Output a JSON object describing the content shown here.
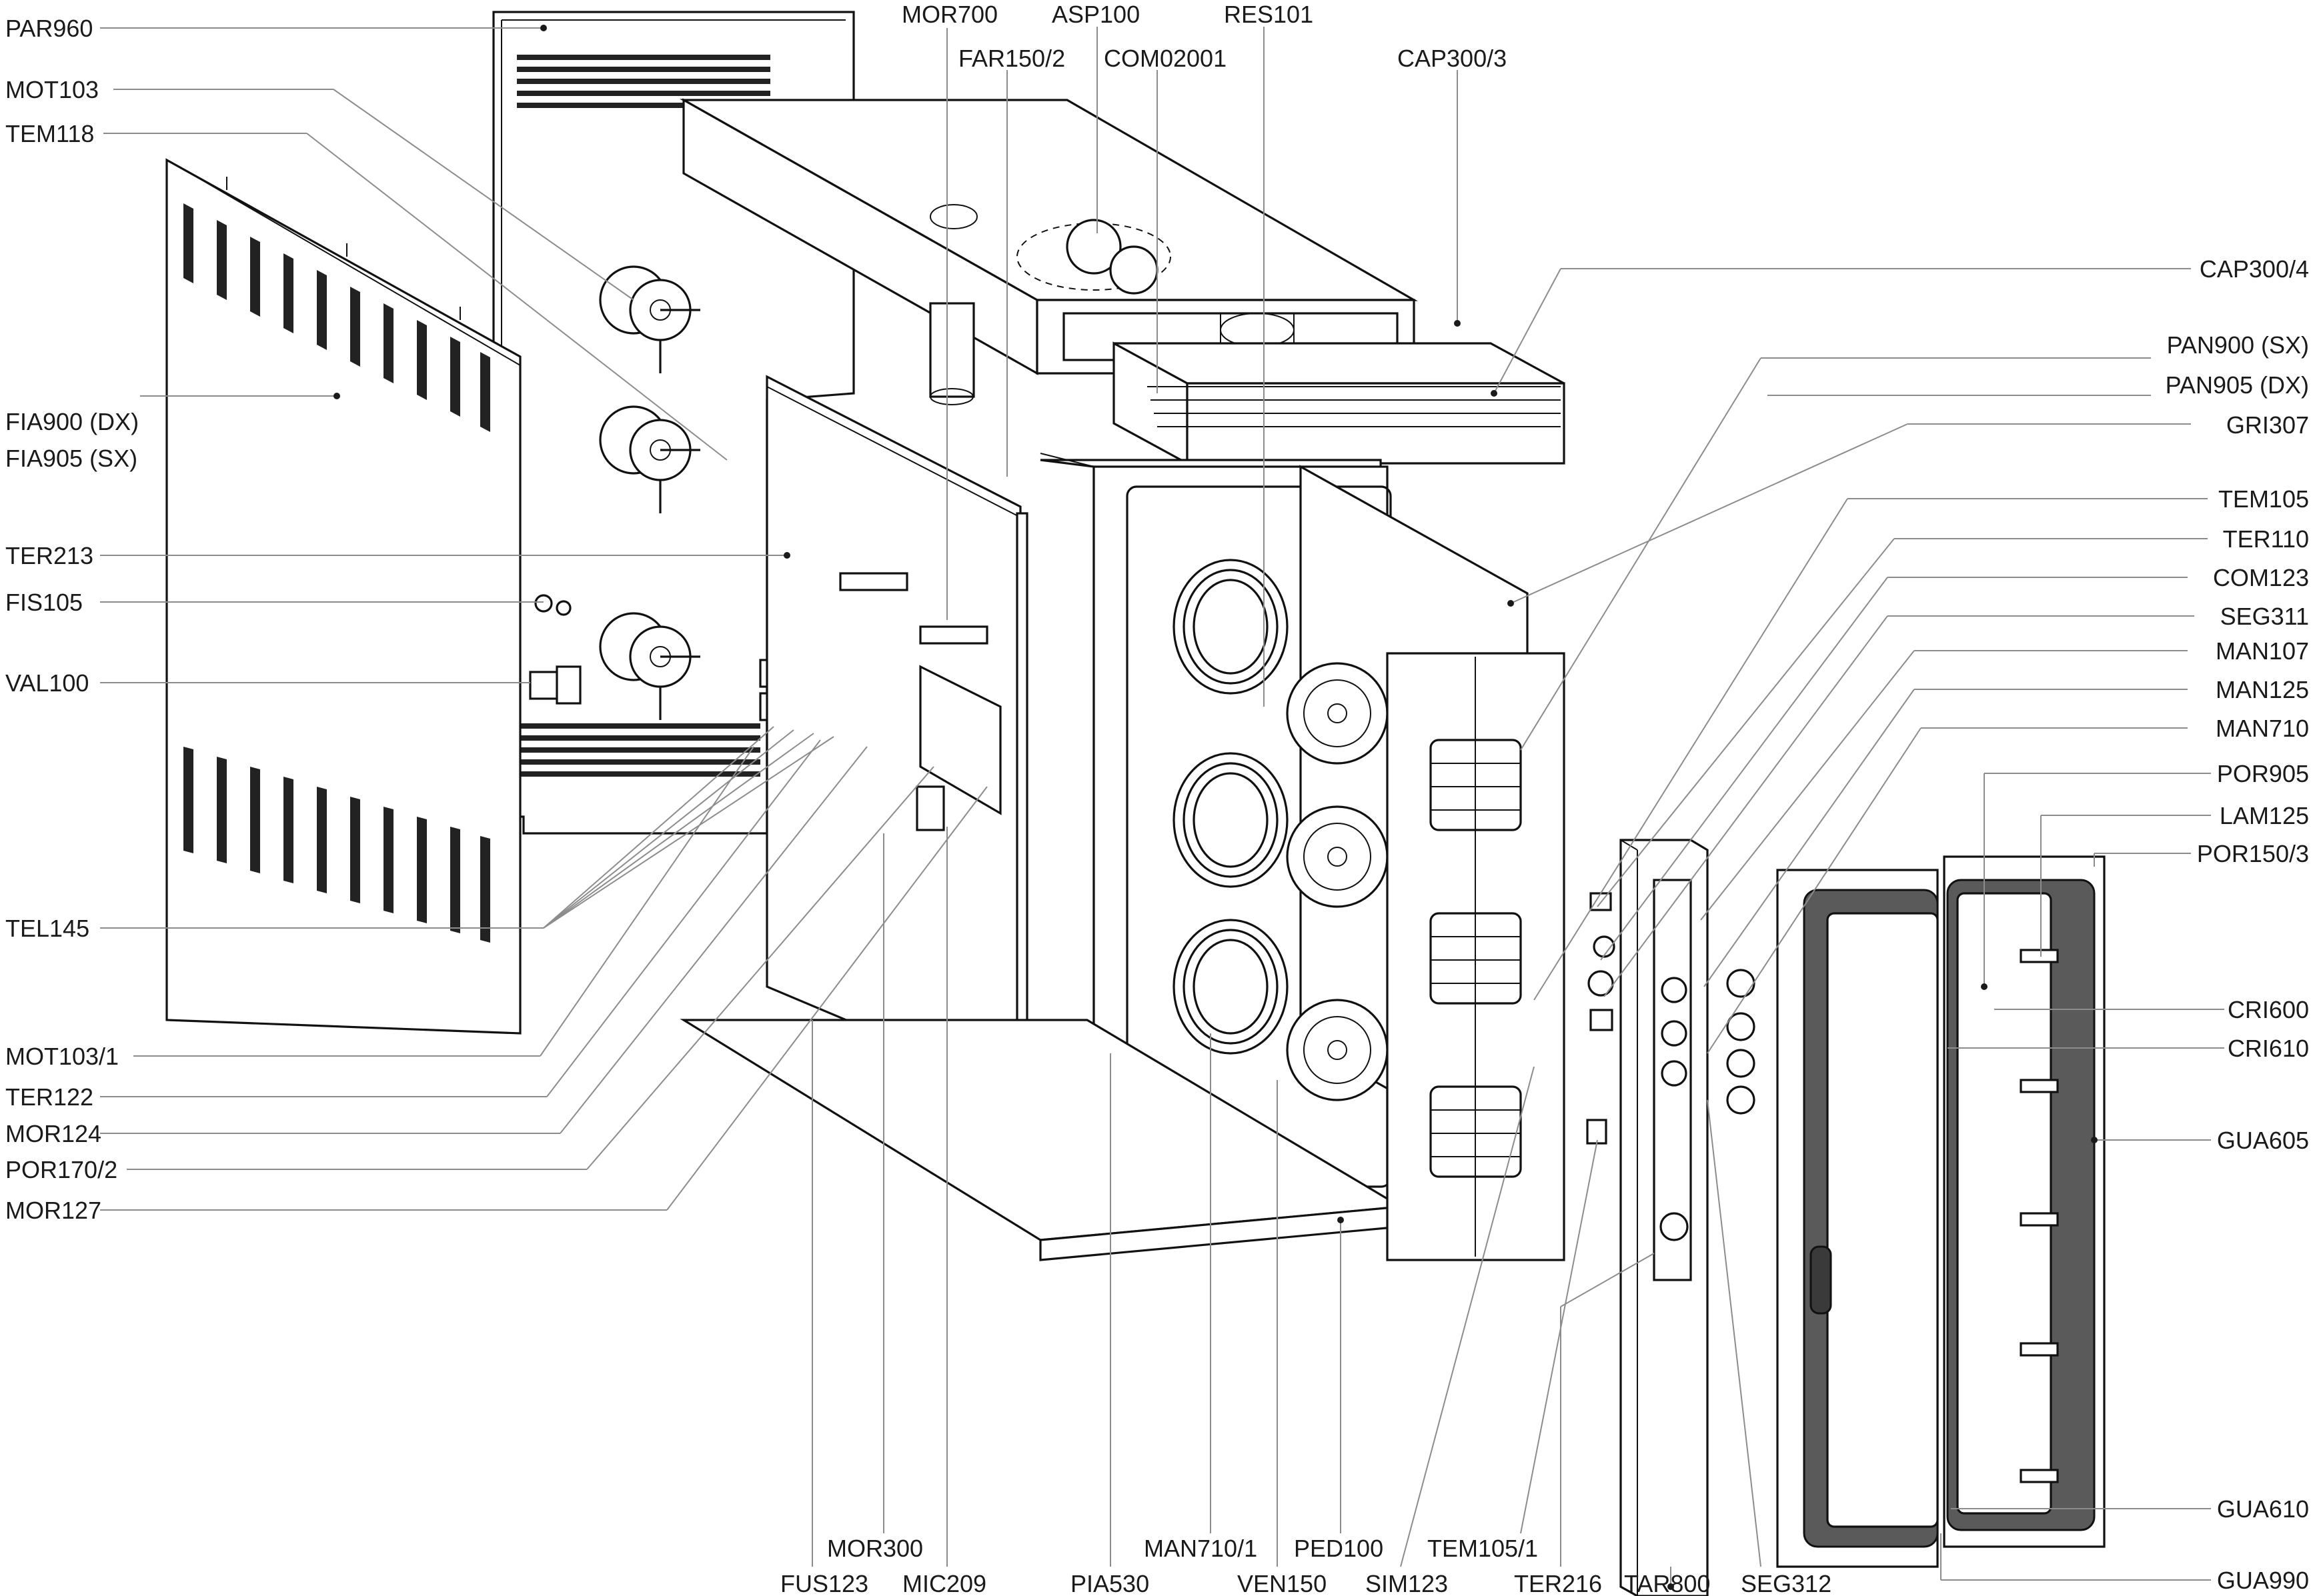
{
  "labels": {
    "PAR960": "PAR960",
    "MOT103": "MOT103",
    "TEM118": "TEM118",
    "FIA900": "FIA900 (DX)",
    "FIA905": "FIA905 (SX)",
    "TER213": "TER213",
    "FIS105": "FIS105",
    "VAL100": "VAL100",
    "TEL145": "TEL145",
    "MOT103_1": "MOT103/1",
    "TER122": "TER122",
    "MOR124": "MOR124",
    "POR170_2": "POR170/2",
    "MOR127": "MOR127",
    "MOR700": "MOR700",
    "ASP100": "ASP100",
    "RES101": "RES101",
    "FAR150_2": "FAR150/2",
    "COM02001": "COM02001",
    "CAP300_3": "CAP300/3",
    "CAP300_4": "CAP300/4",
    "PAN900": "PAN900 (SX)",
    "PAN905": "PAN905 (DX)",
    "GRI307": "GRI307",
    "TEM105": "TEM105",
    "TER110": "TER110",
    "COM123": "COM123",
    "SEG311": "SEG311",
    "MAN107": "MAN107",
    "MAN125": "MAN125",
    "MAN710": "MAN710",
    "POR905": "POR905",
    "LAM125": "LAM125",
    "POR150_3": "POR150/3",
    "CRI600": "CRI600",
    "CRI610": "CRI610",
    "GUA605": "GUA605",
    "GUA610": "GUA610",
    "GUA990": "GUA990",
    "MOR300": "MOR300",
    "FUS123": "FUS123",
    "MIC209": "MIC209",
    "PIA530": "PIA530",
    "MAN710_1": "MAN710/1",
    "VEN150": "VEN150",
    "PED100": "PED100",
    "SIM123": "SIM123",
    "TEM105_1": "TEM105/1",
    "TER216": "TER216",
    "TAR800": "TAR800",
    "SEG312": "SEG312"
  }
}
